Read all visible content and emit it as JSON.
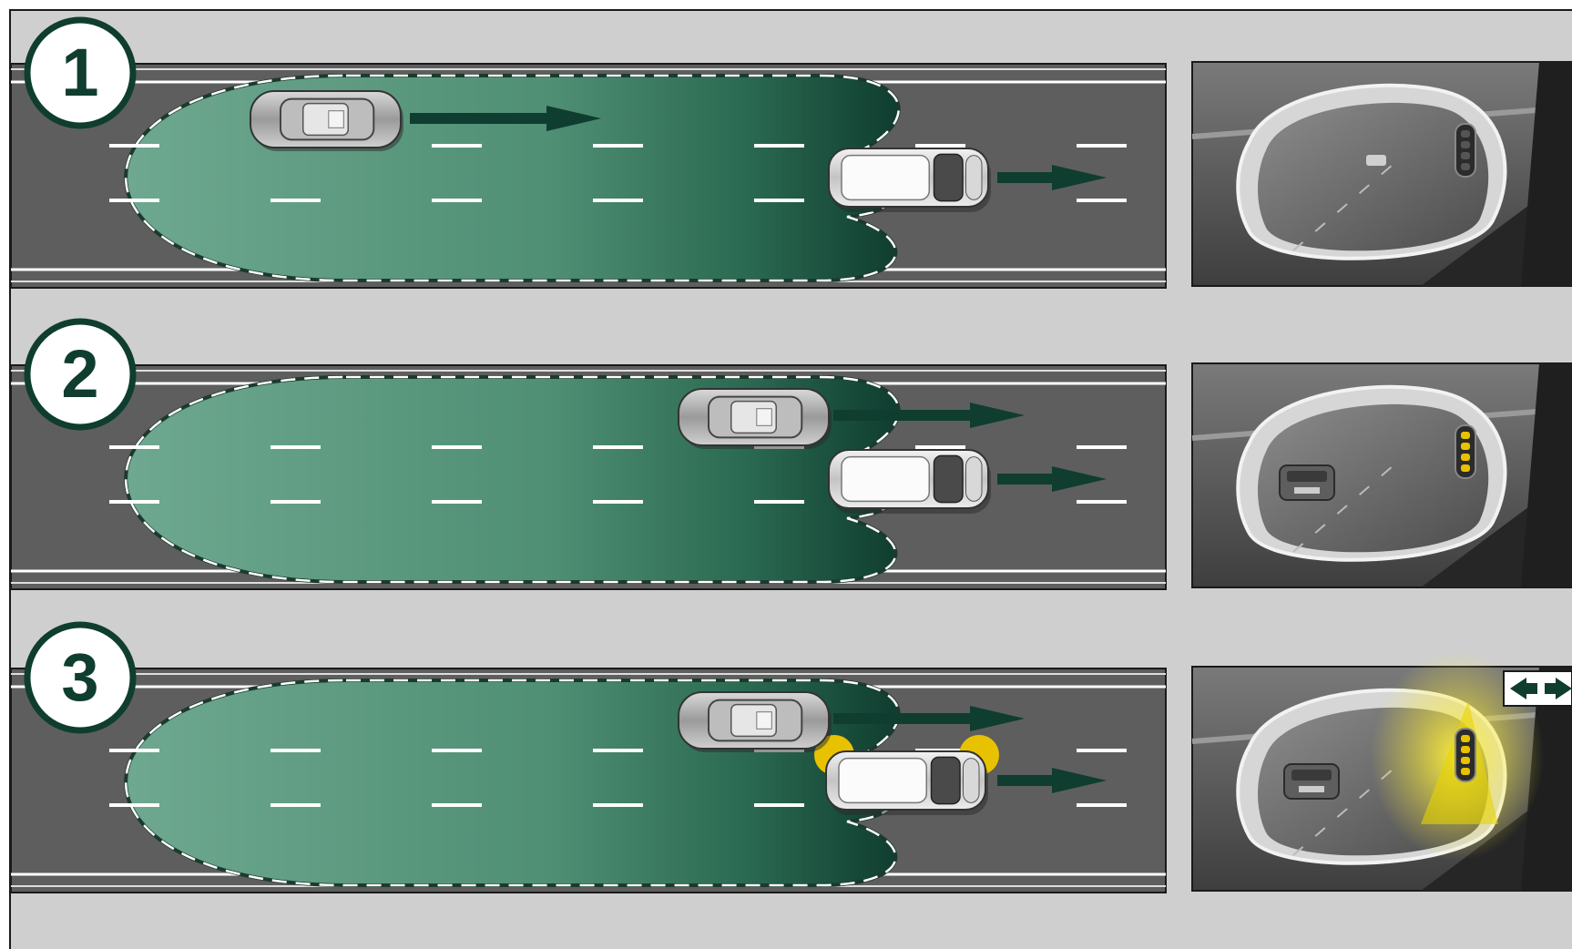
{
  "panels": [
    {
      "number": "1",
      "car_adjacent": "behind",
      "warning": "off"
    },
    {
      "number": "2",
      "car_adjacent": "alongside",
      "warning": "on"
    },
    {
      "number": "3",
      "car_adjacent": "alongside",
      "warning": "flashing"
    }
  ],
  "colors": {
    "background": "#cfcfcf",
    "road": "#5e5e5e",
    "zone_light": "#6ea890",
    "zone_dark": "#0f3d2f",
    "arrow": "#0f3d2f",
    "warning_yellow": "#e8c200",
    "mirror_frame": "#c8c8c8"
  },
  "icons": {
    "step_badge": "numbered-circle-icon",
    "lane_change": "lane-change-arrows-icon",
    "mirror_indicator": "mirror-warning-lamp-icon"
  }
}
